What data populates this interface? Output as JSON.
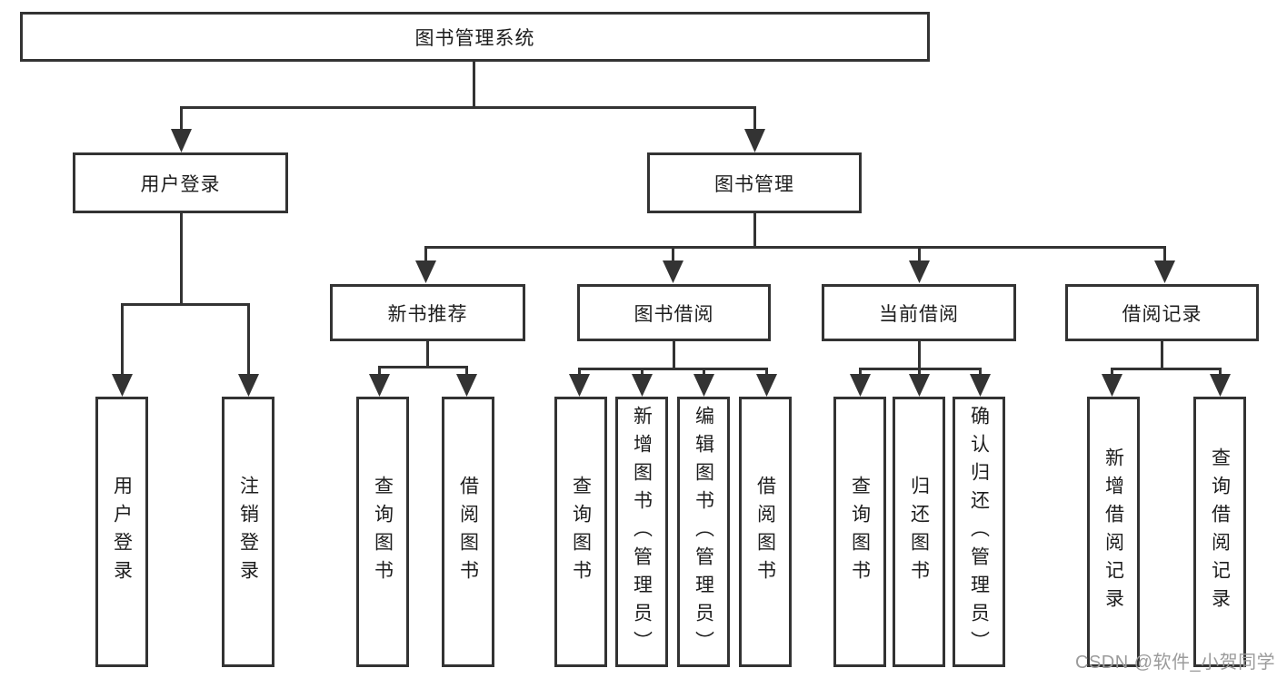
{
  "tree": {
    "root": {
      "label": "图书管理系统"
    },
    "branches": [
      {
        "label": "用户登录",
        "children": [
          {
            "label": "用户登录"
          },
          {
            "label": "注销登录"
          }
        ]
      },
      {
        "label": "图书管理",
        "children": [
          {
            "label": "新书推荐",
            "children": [
              {
                "label": "查询图书"
              },
              {
                "label": "借阅图书"
              }
            ]
          },
          {
            "label": "图书借阅",
            "children": [
              {
                "label": "查询图书"
              },
              {
                "label": "新增图书（管理员）"
              },
              {
                "label": "编辑图书（管理员）"
              },
              {
                "label": "借阅图书"
              }
            ]
          },
          {
            "label": "当前借阅",
            "children": [
              {
                "label": "查询图书"
              },
              {
                "label": "归还图书"
              },
              {
                "label": "确认归还（管理员）"
              }
            ]
          },
          {
            "label": "借阅记录",
            "children": [
              {
                "label": "新增借阅记录"
              },
              {
                "label": "查询借阅记录"
              }
            ]
          }
        ]
      }
    ]
  },
  "watermark": {
    "text": "CSDN @软件_小贺同学"
  },
  "colors": {
    "line": "#333333",
    "box_border": "#333333",
    "text": "#1d1d1d",
    "background": "#ffffff",
    "watermark": "#9b9b9b"
  }
}
